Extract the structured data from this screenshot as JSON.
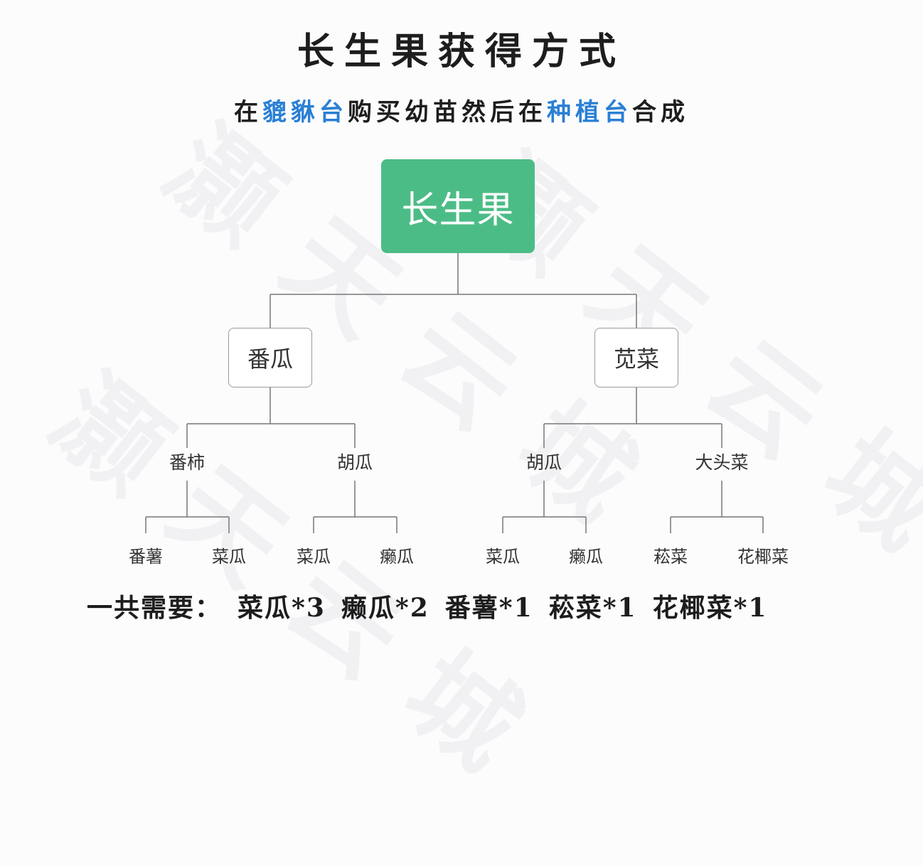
{
  "title": "长生果获得方式",
  "subtitle": {
    "t1": "在",
    "h1": "貔貅台",
    "t2": "购买幼苗然后在",
    "h2": "种植台",
    "t3": "合成"
  },
  "watermark": "灏天云城",
  "tree": {
    "root": "长生果",
    "left": {
      "label": "番瓜",
      "children": [
        {
          "label": "番柿",
          "children": [
            "番薯",
            "菜瓜"
          ]
        },
        {
          "label": "胡瓜",
          "children": [
            "菜瓜",
            "癞瓜"
          ]
        }
      ]
    },
    "right": {
      "label": "苋菜",
      "children": [
        {
          "label": "胡瓜",
          "children": [
            "菜瓜",
            "癞瓜"
          ]
        },
        {
          "label": "大头菜",
          "children": [
            "菘菜",
            "花椰菜"
          ]
        }
      ]
    }
  },
  "summary": {
    "prefix": "一共需要：",
    "items": [
      "菜瓜*3",
      "癞瓜*2",
      "番薯*1",
      "菘菜*1",
      "花椰菜*1"
    ]
  },
  "colors": {
    "root_fill": "#4cbc87",
    "highlight": "#2a7fd4",
    "line": "#777777"
  }
}
